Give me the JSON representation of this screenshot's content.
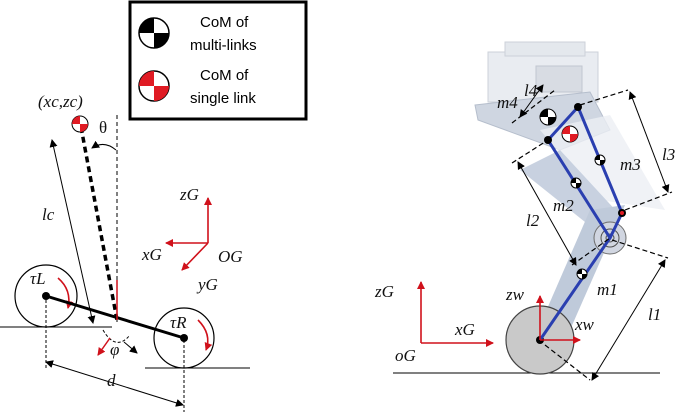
{
  "legend": {
    "multi_line1": "CoM of",
    "multi_line2": "multi-links",
    "single_line1": "CoM of",
    "single_line2": "single link"
  },
  "left": {
    "com_label": "(xc,zc)",
    "theta": "θ",
    "lc": "lc",
    "tau_L": "τL",
    "tau_R": "τR",
    "phi": "φ",
    "d": "d",
    "zG": "zG",
    "xG": "xG",
    "yG": "yG",
    "OG": "OG"
  },
  "right": {
    "m4": "m4",
    "l4": "l4",
    "m3": "m3",
    "l3": "l3",
    "m2": "m2",
    "l2": "l2",
    "m1": "m1",
    "l1": "l1",
    "zw": "zw",
    "xw": "xw",
    "zG": "zG",
    "xG": "xG",
    "oG": "oG"
  },
  "colors": {
    "axis_red": "#d0111b",
    "link_blue": "#2a3fb0",
    "robot_grey": "#b9c4d6"
  }
}
